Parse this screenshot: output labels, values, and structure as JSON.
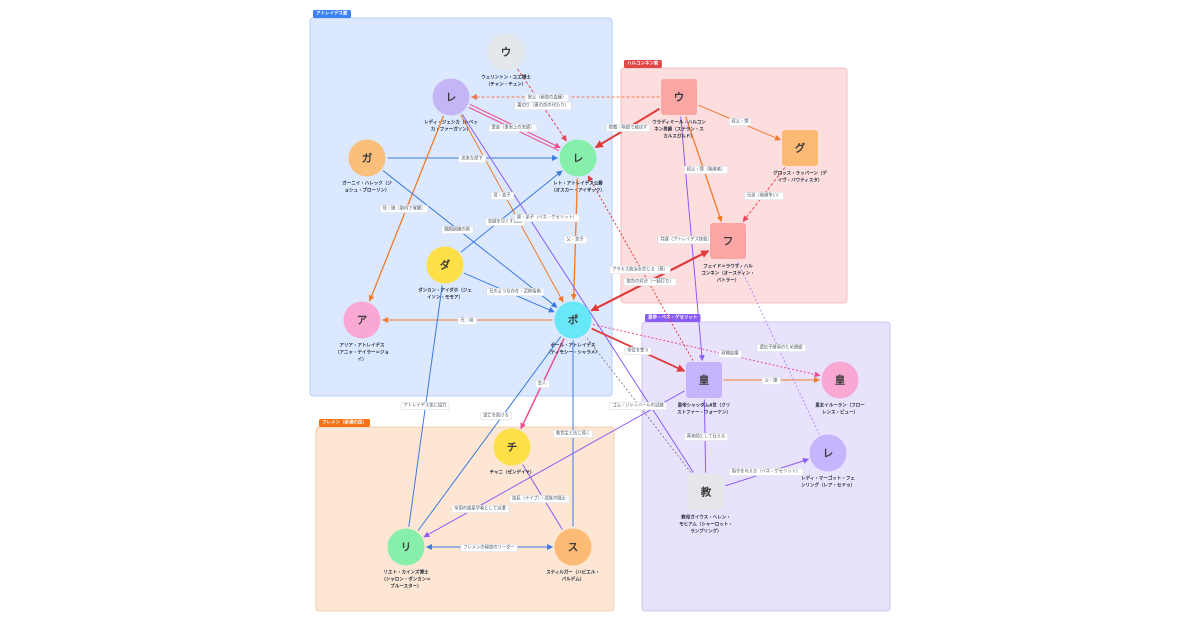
{
  "groups": [
    {
      "label": "アトレイデス家",
      "color": "#3b82f6",
      "fill": "#dbe8fd",
      "border": "#a9c5f5"
    },
    {
      "label": "ハルコンネン家",
      "color": "#e04848",
      "fill": "#fcdede",
      "border": "#f2b0b0"
    },
    {
      "label": "皇帝・ベネ・ゲセリット",
      "color": "#8b5cf6",
      "fill": "#e8e2fc",
      "border": "#c8b8f2"
    },
    {
      "label": "フレメン（砂漠の民）",
      "color": "#f97316",
      "fill": "#fde6d3",
      "border": "#f6c79e"
    }
  ],
  "nodes": [
    {
      "initial": "ウ",
      "name": [
        "ウェリントン・ユエ博士",
        "（チャン・チュン）"
      ],
      "color": "#e4e7ec"
    },
    {
      "initial": "レ",
      "name": [
        "レディ・ジェシカ（レベッ",
        "カ・ファーガソン）"
      ],
      "color": "#c4b5f7"
    },
    {
      "initial": "ガ",
      "name": [
        "ガーニイ・ハレック（ジ",
        "ョシュ・ブローリン）"
      ],
      "color": "#fbbf7c"
    },
    {
      "initial": "レ",
      "name": [
        "レト・アトレイデス公爵",
        "（オスカー・アイザック）"
      ],
      "color": "#86efac"
    },
    {
      "initial": "ダ",
      "name": [
        "ダンカン・アイダホ（ジェ",
        "イソン・モモア）"
      ],
      "color": "#fde047"
    },
    {
      "initial": "ア",
      "name": [
        "アリア・アトレイデス",
        "（アニャ・テイラー＝ジョ",
        "イ）"
      ],
      "color": "#f9a8d4"
    },
    {
      "initial": "ポ",
      "name": [
        "ポール・アトレイデス",
        "（ティモシー・シャラメ）"
      ],
      "color": "#67e8f9"
    },
    {
      "initial": "ウ",
      "name": [
        "ウラディミール・ハルコン",
        "ネン男爵（ステラン・ス",
        "カルスガルド）"
      ],
      "color": "#fca5a5"
    },
    {
      "initial": "グ",
      "name": [
        "グロッス・ラッバーン（デ",
        "イヴ・バウティスタ）"
      ],
      "color": "#fdba74"
    },
    {
      "initial": "フ",
      "name": [
        "フェイド＝ラウサ・ハル",
        "コンネン（オースティン・",
        "バトラー）"
      ],
      "color": "#fca5a5"
    },
    {
      "initial": "皇",
      "name": [
        "皇帝シャッダム4世（クリ",
        "ストファー・ウォーケン）"
      ],
      "color": "#c4b5fd"
    },
    {
      "initial": "皇",
      "name": [
        "皇女イルーラン（フロー",
        "レンス・ピュー）"
      ],
      "color": "#f9a8d4"
    },
    {
      "initial": "教",
      "name": [
        "教母ガイウス・ヘレン・",
        "モヒアム（シャーロット・",
        "ランプリング）"
      ],
      "color": "#e5e7eb"
    },
    {
      "initial": "レ",
      "name": [
        "レディ・マーゴット・フェ",
        "ンリング（レア・セドゥ）"
      ],
      "color": "#c4b5fd"
    },
    {
      "initial": "チ",
      "name": [
        "チャニ（ゼンデイヤ）"
      ],
      "color": "#fde047"
    },
    {
      "initial": "リ",
      "name": [
        "リエト・カインズ博士",
        "（シャロン・ダンカン＝",
        "ブルースター）"
      ],
      "color": "#86efac"
    },
    {
      "initial": "ス",
      "name": [
        "スティルガー（ハビエル・",
        "バルデム）"
      ],
      "color": "#fdba74"
    }
  ],
  "edges": [
    {
      "from": 7,
      "to": 1,
      "label": "実父（秘密の血縁）",
      "color": "#f0784f"
    },
    {
      "from": 0,
      "to": 3,
      "label": "裏切り（妻の命の代わり）",
      "color": "#e8455c"
    },
    {
      "from": 1,
      "to": 3,
      "label": "愛妾（事実上の夫婦）",
      "color": "#ec4f8f"
    },
    {
      "from": 2,
      "to": 3,
      "label": "忠実な部下",
      "color": "#3b7be0"
    },
    {
      "from": 7,
      "to": 3,
      "label": "宿敵・暗殺で滅ぼす",
      "color": "#e23b3b"
    },
    {
      "from": 7,
      "to": 8,
      "label": "叔父・甥",
      "color": "#f27a2a"
    },
    {
      "from": 7,
      "to": 9,
      "label": "叔父・甥（後継者）",
      "color": "#f27a2a"
    },
    {
      "from": 8,
      "to": 9,
      "label": "兄弟（後継争い）",
      "color": "#e8455c"
    },
    {
      "from": 7,
      "to": 10,
      "label": "共謀（アトレイデス抹殺）",
      "color": "#8b5cf6"
    },
    {
      "from": 3,
      "to": 6,
      "label": "父・息子",
      "color": "#f27a2a"
    },
    {
      "from": 1,
      "to": 6,
      "label": "母・息子",
      "color": "#f27a2a"
    },
    {
      "from": 1,
      "to": 5,
      "label": "母・娘（胎内で覚醒）",
      "color": "#f27a2a"
    },
    {
      "from": 2,
      "to": 6,
      "label": "戦闘訓練の師",
      "color": "#3b7be0"
    },
    {
      "from": 4,
      "to": 3,
      "label": "忠誠を尽くす戦士",
      "color": "#3b7be0"
    },
    {
      "from": 4,
      "to": 6,
      "label": "兄のような存在・武術指南",
      "color": "#3b7be0"
    },
    {
      "from": 12,
      "to": 1,
      "label": "師・弟子（ベネ・ゲセリット）",
      "color": "#8b5cf6"
    },
    {
      "from": 6,
      "to": 5,
      "label": "兄・妹",
      "color": "#f27a2a"
    },
    {
      "from": 6,
      "to": 14,
      "label": "恋人",
      "color": "#ec4f8f"
    },
    {
      "from": 16,
      "to": 6,
      "label": "救世主と信じ導く",
      "color": "#3b7be0"
    },
    {
      "from": 15,
      "to": 6,
      "label": "逃亡を助ける",
      "color": "#3b7be0"
    },
    {
      "from": 4,
      "to": 15,
      "label": "アトレイデス家に協力",
      "color": "#3b7be0"
    },
    {
      "from": 14,
      "to": 16,
      "label": "族長（ナイブ）・部族の戦士",
      "color": "#8b5cf6"
    },
    {
      "from": 15,
      "to": 16,
      "label": "フレメンの秘密のリーダー",
      "color": "#3b7be0"
    },
    {
      "from": 10,
      "to": 15,
      "label": "帝国の惑星学者として派遣",
      "color": "#8b5cf6"
    },
    {
      "from": 10,
      "to": 11,
      "label": "父・娘",
      "color": "#f27a2a"
    },
    {
      "from": 6,
      "to": 11,
      "label": "政略結婚",
      "color": "#ec4f8f"
    },
    {
      "from": 6,
      "to": 10,
      "label": "帝位を奪う",
      "color": "#e23b3b"
    },
    {
      "from": 10,
      "to": 3,
      "label": "アラキス統治を命じる（罠）",
      "color": "#e23b3b"
    },
    {
      "from": 9,
      "to": 6,
      "label": "宿命の対決（一騎打ち）",
      "color": "#e23b3b"
    },
    {
      "from": 12,
      "to": 13,
      "label": "指令を与える（ベネ・ゲセリット）",
      "color": "#8b5cf6"
    },
    {
      "from": 12,
      "to": 10,
      "label": "真実師として仕える",
      "color": "#8b5cf6"
    },
    {
      "from": 13,
      "to": 9,
      "label": "遺伝子継承のため誘惑",
      "color": "#a78bfa"
    },
    {
      "from": 12,
      "to": 6,
      "label": "ゴム・ジャッバールの試練",
      "color": "#6b7280"
    }
  ]
}
